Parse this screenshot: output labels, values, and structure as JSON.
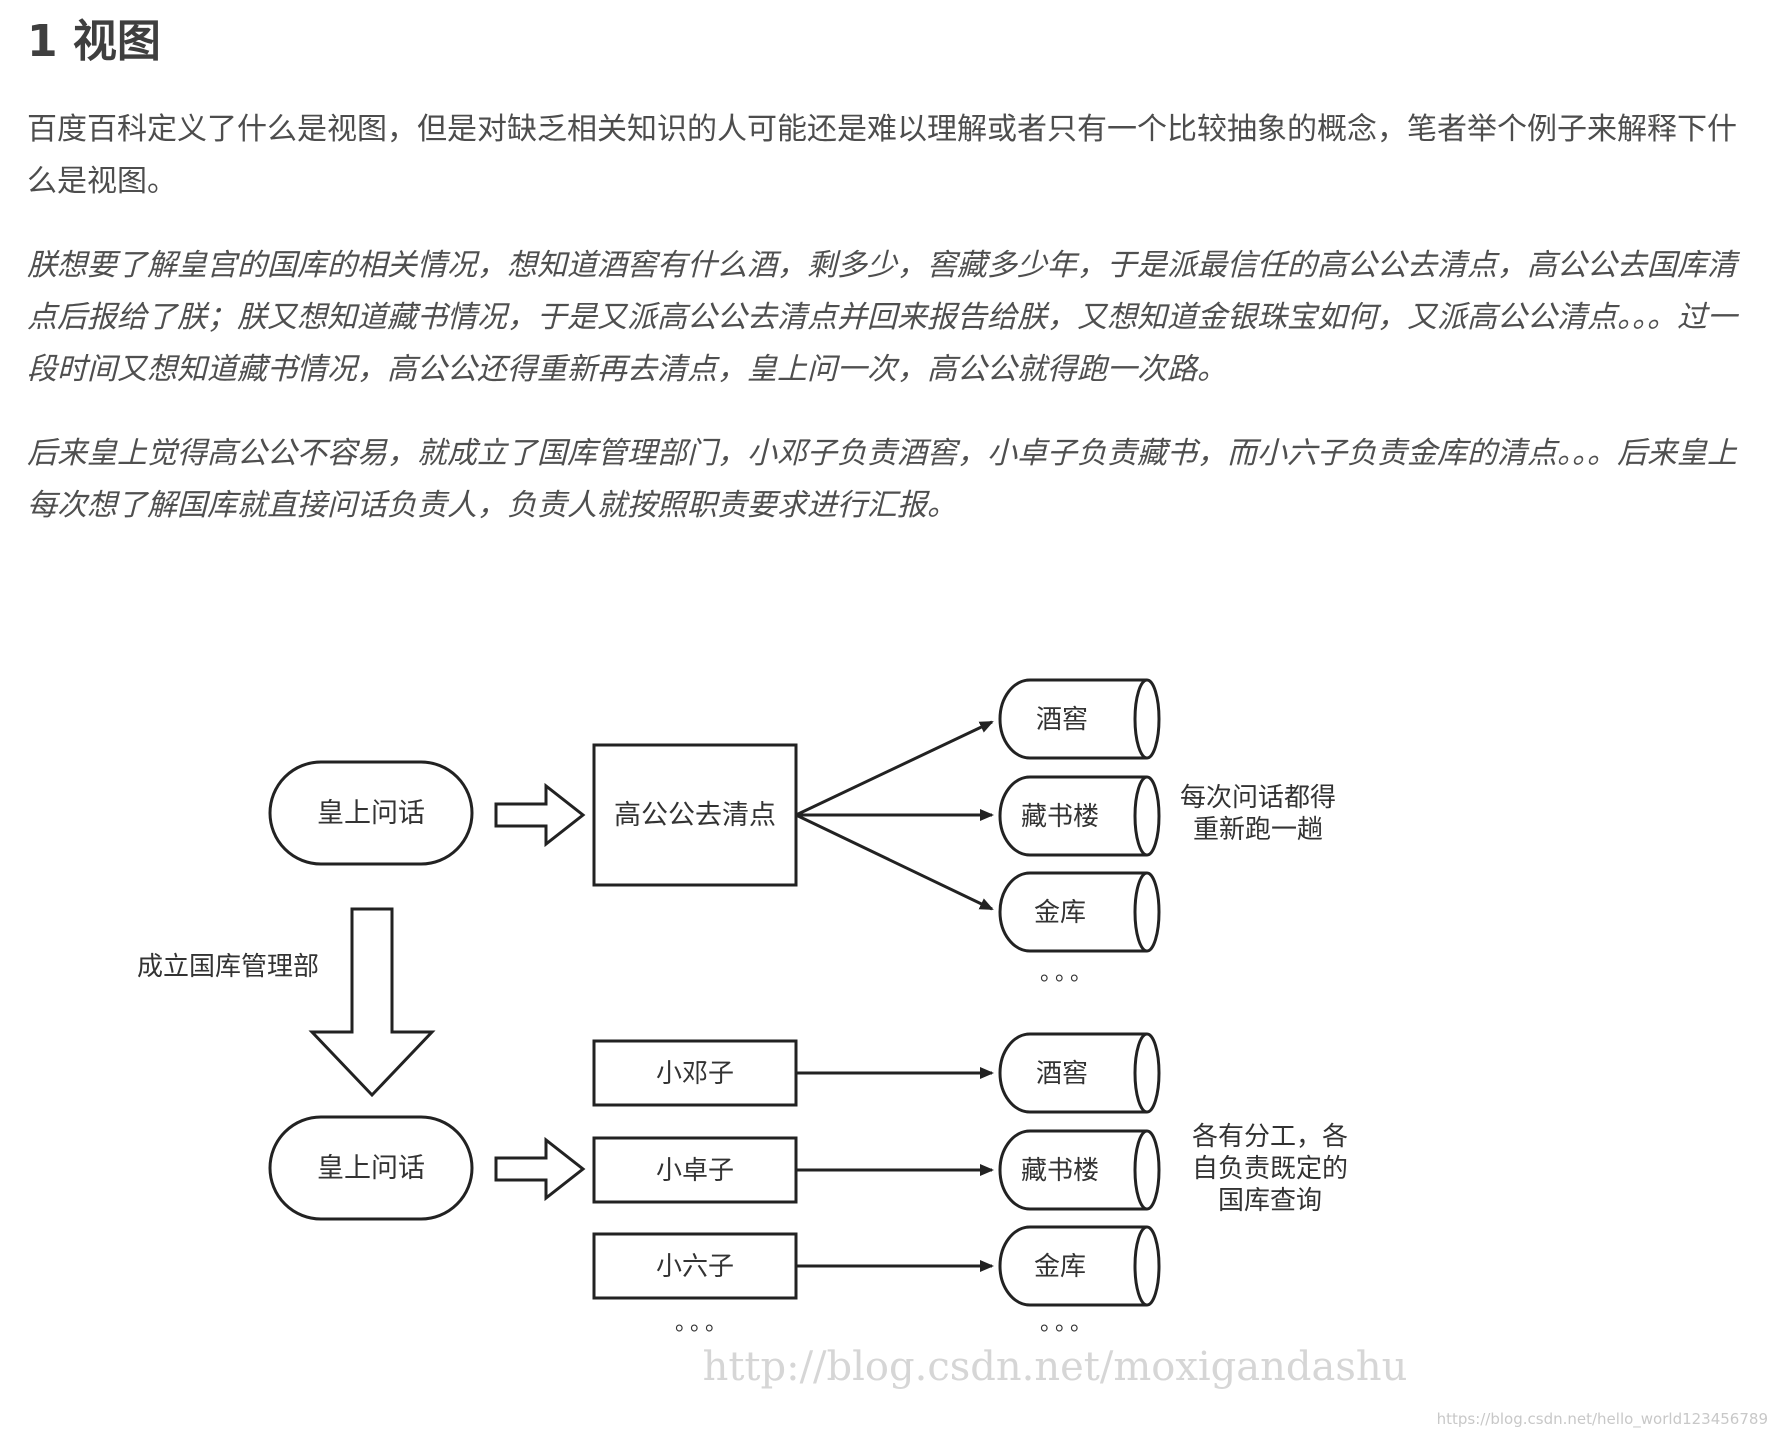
{
  "heading": "1 视图",
  "paragraphs": {
    "p1": "百度百科定义了什么是视图，但是对缺乏相关知识的人可能还是难以理解或者只有一个比较抽象的概念，笔者举个例子来解释下什么是视图。",
    "p2": "朕想要了解皇宫的国库的相关情况，想知道酒窖有什么酒，剩多少，窖藏多少年，于是派最信任的高公公去清点，高公公去国库清点后报给了朕；朕又想知道藏书情况，于是又派高公公去清点并回来报告给朕，又想知道金银珠宝如何，又派高公公清点。。。过一段时间又想知道藏书情况，高公公还得重新再去清点，皇上问一次，高公公就得跑一次路。",
    "p3": "后来皇上觉得高公公不容易，就成立了国库管理部门，小邓子负责酒窖，小卓子负责藏书，而小六子负责金库的清点。。。后来皇上每次想了解国库就直接问话负责人，负责人就按照职责要求进行汇报。"
  },
  "diagram": {
    "top": {
      "emperor": "皇上问话",
      "gao": "高公公去清点",
      "stores": [
        "酒窖",
        "藏书楼",
        "金库"
      ],
      "ellipsis": "。。。",
      "note_line1": "每次问话都得",
      "note_line2": "重新跑一趟"
    },
    "transition": "成立国库管理部",
    "bottom": {
      "emperor": "皇上问话",
      "managers": [
        "小邓子",
        "小卓子",
        "小六子"
      ],
      "stores": [
        "酒窖",
        "藏书楼",
        "金库"
      ],
      "ellipsis_left": "。。。",
      "ellipsis_right": "。。。",
      "note_line1": "各有分工，各",
      "note_line2": "自负责既定的",
      "note_line3": "国库查询"
    },
    "watermark": "http://blog.csdn.net/moxigandashu",
    "watermark_small": "https://blog.csdn.net/hello_world123456789"
  }
}
